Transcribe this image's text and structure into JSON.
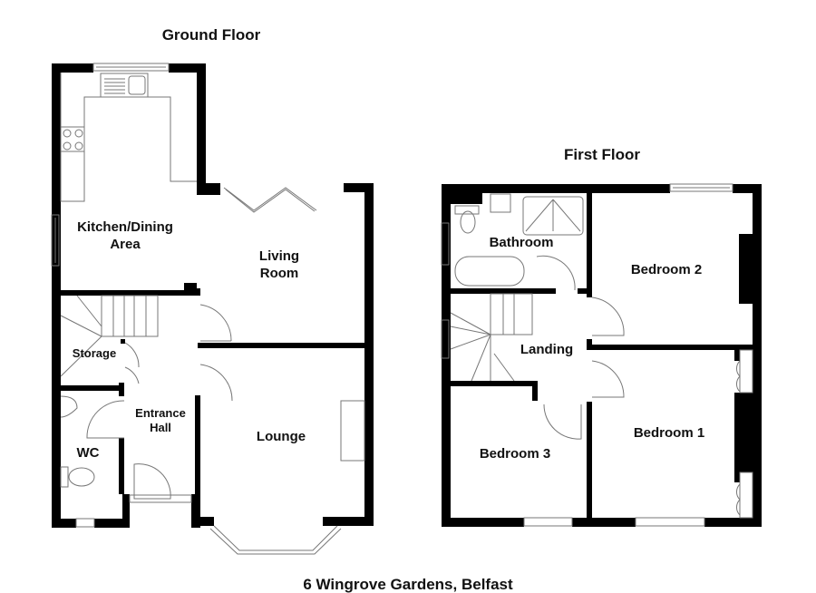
{
  "ground_floor": {
    "title": "Ground Floor",
    "rooms": [
      {
        "name": "Kitchen/Dining",
        "name2": "Area"
      },
      {
        "name": "Living",
        "name2": "Room"
      },
      {
        "name": "Storage"
      },
      {
        "name": "Entrance",
        "name2": "Hall"
      },
      {
        "name": "Lounge"
      },
      {
        "name": "WC"
      }
    ]
  },
  "first_floor": {
    "title": "First Floor",
    "rooms": [
      {
        "name": "Bathroom"
      },
      {
        "name": "Bedroom 2"
      },
      {
        "name": "Landing"
      },
      {
        "name": "Bedroom 1"
      },
      {
        "name": "Bedroom 3"
      }
    ]
  },
  "caption": "6 Wingrove Gardens, Belfast",
  "colors": {
    "wall": "#000000",
    "fixture": "#888888",
    "background": "#ffffff"
  }
}
